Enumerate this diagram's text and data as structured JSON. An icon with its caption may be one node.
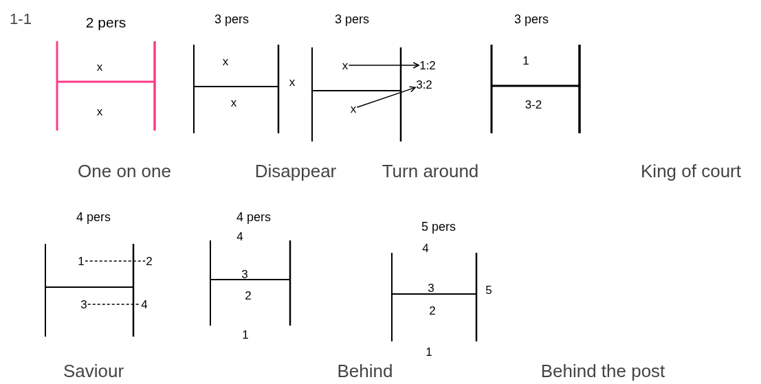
{
  "diagram": {
    "nodes": [
      {
        "text": [
          "x"
        ]
      },
      {
        "text": [
          "1:2"
        ]
      },
      {
        "text": [
          "x"
        ]
      },
      {
        "text": [
          "3:2"
        ]
      },
      {
        "text": [
          "1"
        ]
      },
      {
        "text": [
          "2"
        ]
      },
      {
        "text": [
          "3"
        ]
      },
      {
        "text": [
          "4"
        ]
      }
    ],
    "edges": [
      {
        "from": 0,
        "to": 1,
        "arrow": "to"
      },
      {
        "from": 2,
        "to": 3,
        "arrow": "to"
      },
      {
        "from": 4,
        "to": 5,
        "arrow": "none",
        "style": "dashed"
      },
      {
        "from": 6,
        "to": 7,
        "arrow": "none",
        "style": "dashed"
      }
    ],
    "labels": [
      "1-1",
      "2 pers",
      "3 pers",
      "3 pers",
      "3 pers",
      "x",
      "x",
      "x",
      "x",
      "x",
      "1",
      "3-2",
      "One on one",
      "Disappear",
      "Turn around",
      "King of court",
      "4 pers",
      "4 pers",
      "4",
      "3",
      "2",
      "1",
      "5 pers",
      "4",
      "3",
      "5",
      "2",
      "1",
      "Saviour",
      "Behind",
      "Behind the post"
    ]
  }
}
